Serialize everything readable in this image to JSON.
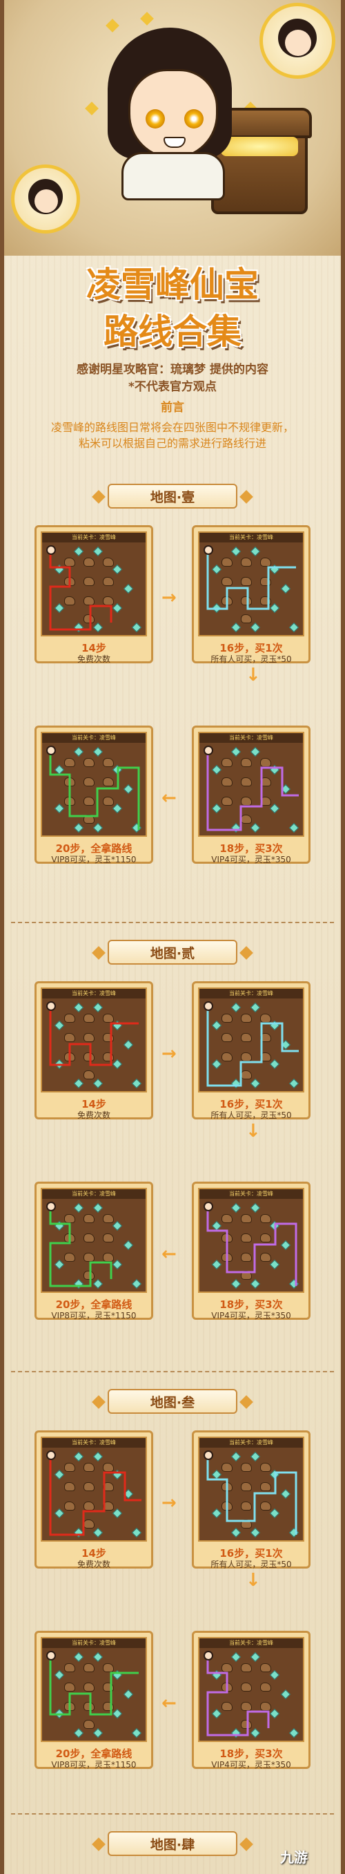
{
  "title_line1": "凌雪峰仙宝",
  "title_line2": "路线合集",
  "thanks_line1": "感谢明星攻略官：琉璃梦 提供的内容",
  "thanks_line2": "*不代表官方观点",
  "preface_title": "前言",
  "preface_line1": "凌雪峰的路线图日常将会在四张图中不规律更新，",
  "preface_line2": "粘米可以根据自己的需求进行路线行进",
  "map_header": "当前关卡：凌雪峰",
  "sections": [
    {
      "title": "地图·壹"
    },
    {
      "title": "地图·贰"
    },
    {
      "title": "地图·叁"
    },
    {
      "title": "地图·肆"
    }
  ],
  "cards": [
    {
      "steps": "14步",
      "cost": "免费次数",
      "color": "#e02a1a"
    },
    {
      "steps": "16步，买1次",
      "cost": "所有人可买，灵玉*50",
      "color": "#7fe0ef"
    },
    {
      "steps": "18步，买3次",
      "cost": "VIP4可买，灵玉*350",
      "color": "#c06be6"
    },
    {
      "steps": "20步，全拿路线",
      "cost": "VIP8可买，灵玉*1150",
      "color": "#3fd04c"
    }
  ],
  "watermark": "九游"
}
